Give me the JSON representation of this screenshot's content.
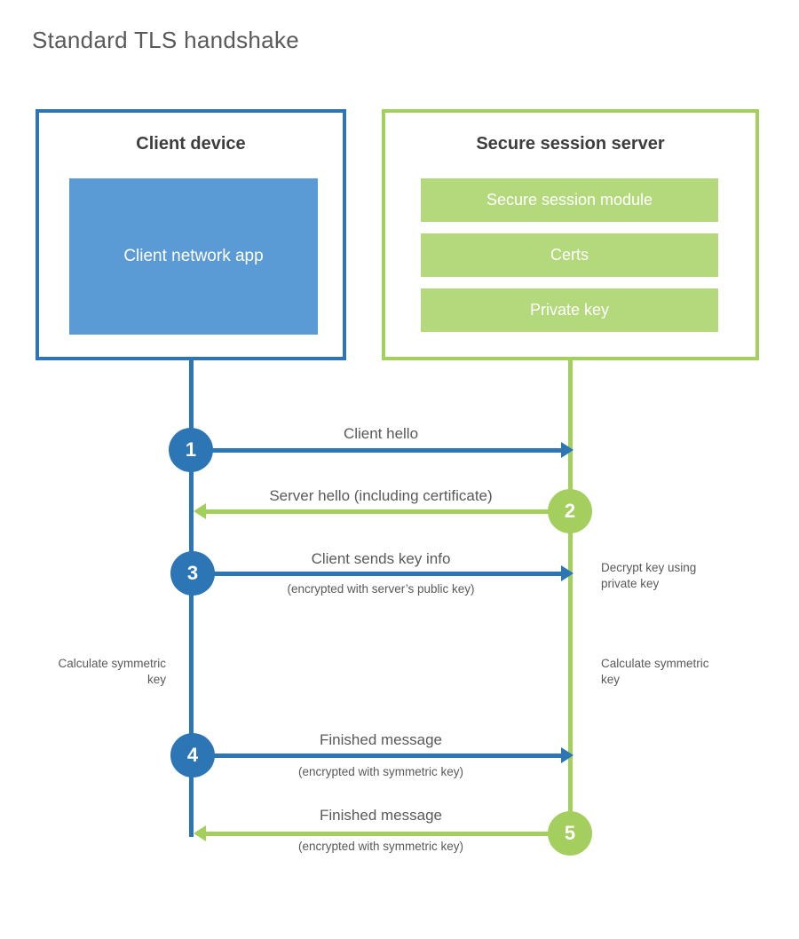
{
  "title": "Standard TLS handshake",
  "colors": {
    "blue": "#2e75b6",
    "blue_fill": "#5b9bd5",
    "green": "#a3d05c",
    "green_fill": "#b3d97c",
    "green_circle": "#a4cf5e",
    "label_text": "#595959",
    "heading_text": "#3d3d3d"
  },
  "client": {
    "title": "Client device",
    "app_label": "Client network app"
  },
  "server": {
    "title": "Secure session server",
    "modules": [
      "Secure session module",
      "Certs",
      "Private key"
    ]
  },
  "steps": [
    {
      "num": "1",
      "label": "Client hello",
      "sub": "",
      "direction": "right",
      "color": "blue"
    },
    {
      "num": "2",
      "label": "Server hello (including certificate)",
      "sub": "",
      "direction": "left",
      "color": "green"
    },
    {
      "num": "3",
      "label": "Client sends key info",
      "sub": "(encrypted with server’s public key)",
      "direction": "right",
      "color": "blue"
    },
    {
      "num": "4",
      "label": "Finished message",
      "sub": "(encrypted with symmetric key)",
      "direction": "right",
      "color": "blue"
    },
    {
      "num": "5",
      "label": "Finished message",
      "sub": "(encrypted with symmetric key)",
      "direction": "left",
      "color": "green"
    }
  ],
  "annotations": {
    "decrypt_note": "Decrypt key using private key",
    "calc_left": "Calculate symmetric key",
    "calc_right": "Calculate symmetric key"
  }
}
